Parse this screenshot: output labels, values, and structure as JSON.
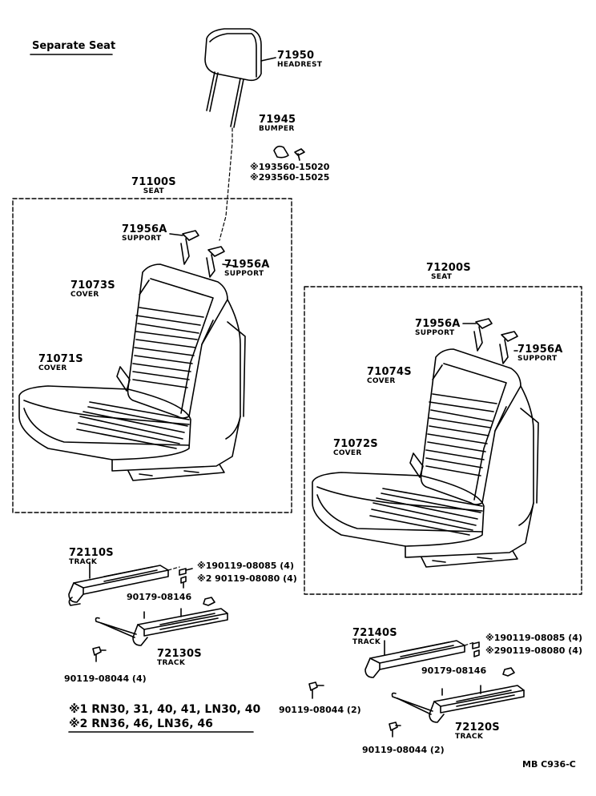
{
  "title": "Separate Seat",
  "diagram_code": "MB C936-C",
  "parts": {
    "p71950": {
      "number": "71950",
      "name": "HEADREST"
    },
    "p71945": {
      "number": "71945",
      "name": "BUMPER"
    },
    "p71945_ref1": "※193560-15020",
    "p71945_ref2": "※293560-15025",
    "p71100S": {
      "number": "71100S",
      "name": "SEAT"
    },
    "p71956A_l1": {
      "number": "71956A",
      "name": "SUPPORT"
    },
    "p71956A_l2": {
      "number": "71956A",
      "name": "SUPPORT"
    },
    "p71073S": {
      "number": "71073S",
      "name": "COVER"
    },
    "p71071S": {
      "number": "71071S",
      "name": "COVER"
    },
    "p71200S": {
      "number": "71200S",
      "name": "SEAT"
    },
    "p71956A_r1": {
      "number": "71956A",
      "name": "SUPPORT"
    },
    "p71956A_r2": {
      "number": "71956A",
      "name": "SUPPORT"
    },
    "p71074S": {
      "number": "71074S",
      "name": "COVER"
    },
    "p71072S": {
      "number": "71072S",
      "name": "COVER"
    },
    "p72110S": {
      "number": "72110S",
      "name": "TRACK"
    },
    "p72110S_ref1": "※190119-08085 (4)",
    "p72110S_ref2": "※2 90119-08080 (4)",
    "p90179_l": "90179-08146",
    "p72130S": {
      "number": "72130S",
      "name": "TRACK"
    },
    "p90119_l": "90119-08044 (4)",
    "p72140S": {
      "number": "72140S",
      "name": "TRACK"
    },
    "p72140S_ref1": "※190119-08085 (4)",
    "p72140S_ref2": "※290119-08080 (4)",
    "p90179_r": "90179-08146",
    "p90119_r1": "90119-08044 (2)",
    "p72120S": {
      "number": "72120S",
      "name": "TRACK"
    },
    "p90119_r2": "90119-08044 (2)"
  },
  "notes": [
    {
      "mark": "※1",
      "text": "RN30, 31, 40, 41, LN30, 40"
    },
    {
      "mark": "※2",
      "text": "RN36, 46, LN36, 46"
    }
  ]
}
